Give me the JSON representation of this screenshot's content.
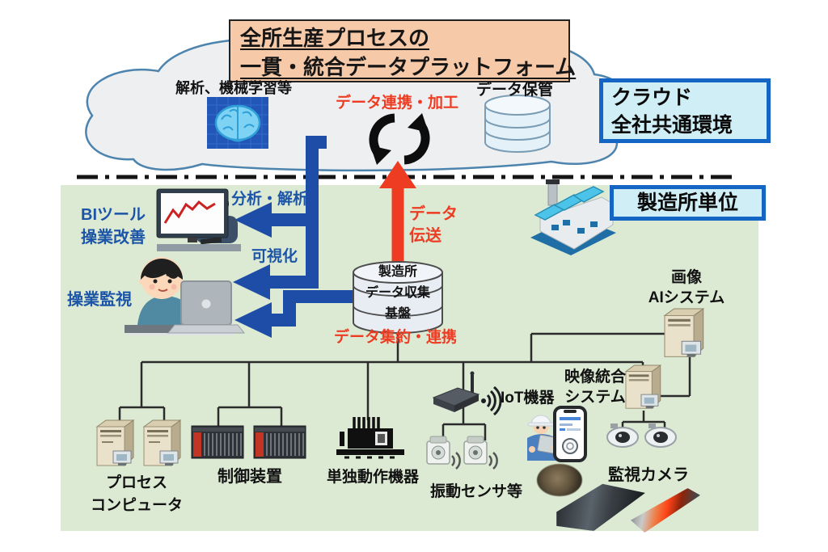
{
  "colors": {
    "accent_blue": "#1d4da6",
    "accent_red": "#ee3c22",
    "text_blue": "#1c55a8",
    "green_bg": "#dcead4",
    "salmon_box": "#f6c9a8",
    "cyan_box": "#cfeef6",
    "box_border_blue": "#1565c5"
  },
  "icons": [
    "cloud-shape",
    "brain-icon",
    "sync-arrows-icon",
    "database-icon",
    "factory-icon",
    "monitor-person-icon",
    "laptop-person-icon",
    "cylinder-db-icon",
    "tower-pc-icon",
    "plc-rack-icon",
    "standalone-machine-icon",
    "iot-router-icon",
    "wifi-waves-icon",
    "vibration-sensor-icon",
    "worker-tablet-icon",
    "smartphone-icon",
    "server-tower-icon",
    "dome-camera-icon",
    "steel-photo-images"
  ],
  "title": {
    "line1": "全所生産プロセスの",
    "line2": "一貫・統合データプラットフォーム"
  },
  "cloud": {
    "ml_label": "解析、機械学習等",
    "link_label": "データ連携・加工",
    "storage_label": "データ保管",
    "box_line1": "クラウド",
    "box_line2": "全社共通環境"
  },
  "site": {
    "box_label": "製造所単位",
    "bi_line1": "BIツール",
    "bi_line2": "操業改善",
    "ops_label": "操業監視",
    "analyze_label": "分析・解析",
    "visualize_label": "可視化",
    "transfer_line1": "データ",
    "transfer_line2": "伝送",
    "aggregate_label": "データ集約・連携",
    "db_line1": "製造所",
    "db_line2": "データ収集",
    "db_line3": "基盤"
  },
  "devices": {
    "process_line1": "プロセス",
    "process_line2": "コンピュータ",
    "control_label": "制御装置",
    "standalone_label": "単独動作機器",
    "vibration_label": "振動センサ等",
    "iot_label": "IoT機器",
    "ai_line1": "画像",
    "ai_line2": "AIシステム",
    "video_line1": "映像統合",
    "video_line2": "システム",
    "camera_label": "監視カメラ"
  }
}
